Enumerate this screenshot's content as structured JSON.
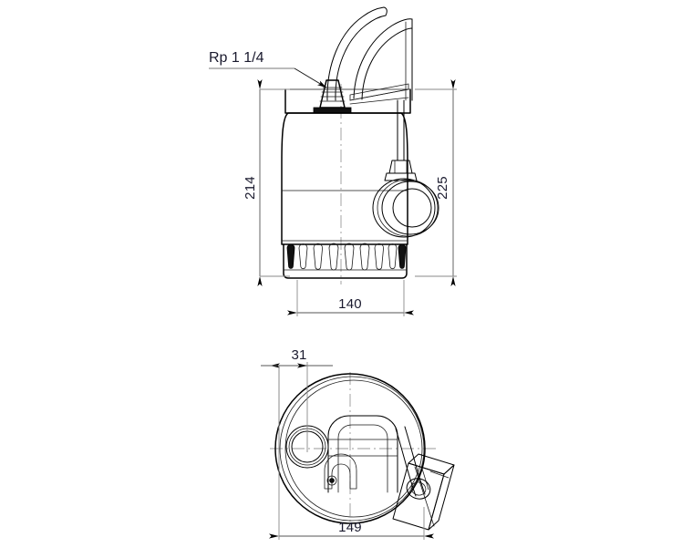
{
  "drawing": {
    "title": "Submersible pump dimensional drawing",
    "background_color": "#ffffff",
    "line_color": "#000000",
    "dimension_color": "#555555",
    "text_color": "#1a1a2e",
    "units": "mm"
  },
  "annotations": {
    "thread_label": "Rp 1 1/4"
  },
  "dimensions": {
    "height_body": "214",
    "height_overall": "225",
    "width_front": "140",
    "offset_outlet": "31",
    "width_bottom": "149"
  },
  "views": {
    "front": {
      "name": "front-elevation-view",
      "components": [
        "power-cable",
        "carrying-handle",
        "threaded-outlet",
        "pump-body",
        "float-switch",
        "strainer-base"
      ],
      "strainer_slot_count": 10
    },
    "bottom": {
      "name": "bottom-plan-view",
      "components": [
        "body-circle",
        "outlet-circle",
        "handle-loop",
        "float-switch-body",
        "float-cable"
      ]
    }
  }
}
